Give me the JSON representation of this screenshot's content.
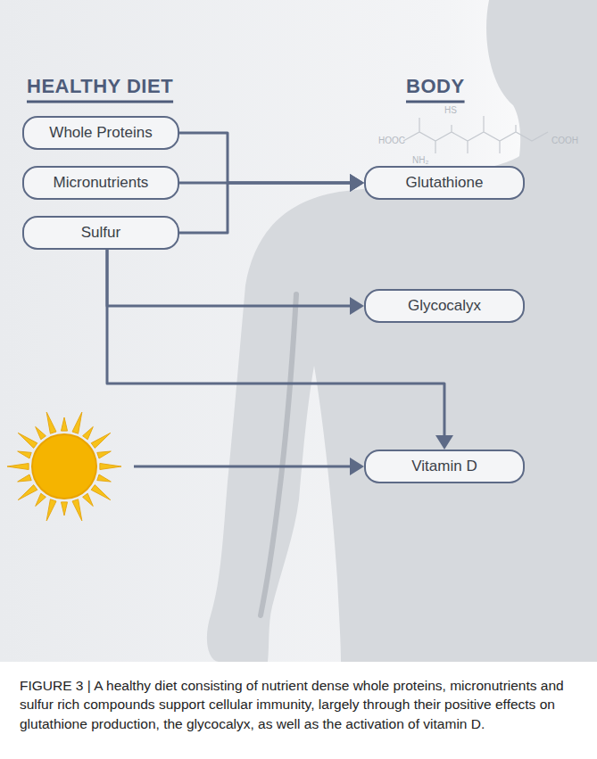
{
  "diagram": {
    "caption": "FIGURE 3 | A healthy diet consisting of nutrient dense whole proteins, micronutrients and sulfur rich compounds support cellular immunity, largely through their positive effects on glutathione production, the glycocalyx, as well as the activation of vitamin D.",
    "nodes": [
      {
        "text": [
          "Whole Proteins"
        ]
      },
      {
        "text": [
          "Micronutrients"
        ]
      },
      {
        "text": [
          "Sulfur"
        ]
      },
      {
        "text": [
          "Glutathione"
        ]
      },
      {
        "text": [
          "Glycocalyx"
        ]
      },
      {
        "text": [
          "Vitamin D"
        ]
      }
    ],
    "edges": [
      {
        "from": 0,
        "to": 3,
        "arrow": "to"
      },
      {
        "from": 1,
        "to": 3,
        "arrow": "to"
      },
      {
        "from": 2,
        "to": 3,
        "arrow": "to"
      },
      {
        "from": 2,
        "to": 4,
        "arrow": "to"
      },
      {
        "from": 2,
        "to": 5,
        "arrow": "to"
      }
    ],
    "labels": [
      "HEALTHY DIET",
      "BODY",
      "HS",
      "HOOC",
      "NH₂",
      "COOH"
    ]
  }
}
